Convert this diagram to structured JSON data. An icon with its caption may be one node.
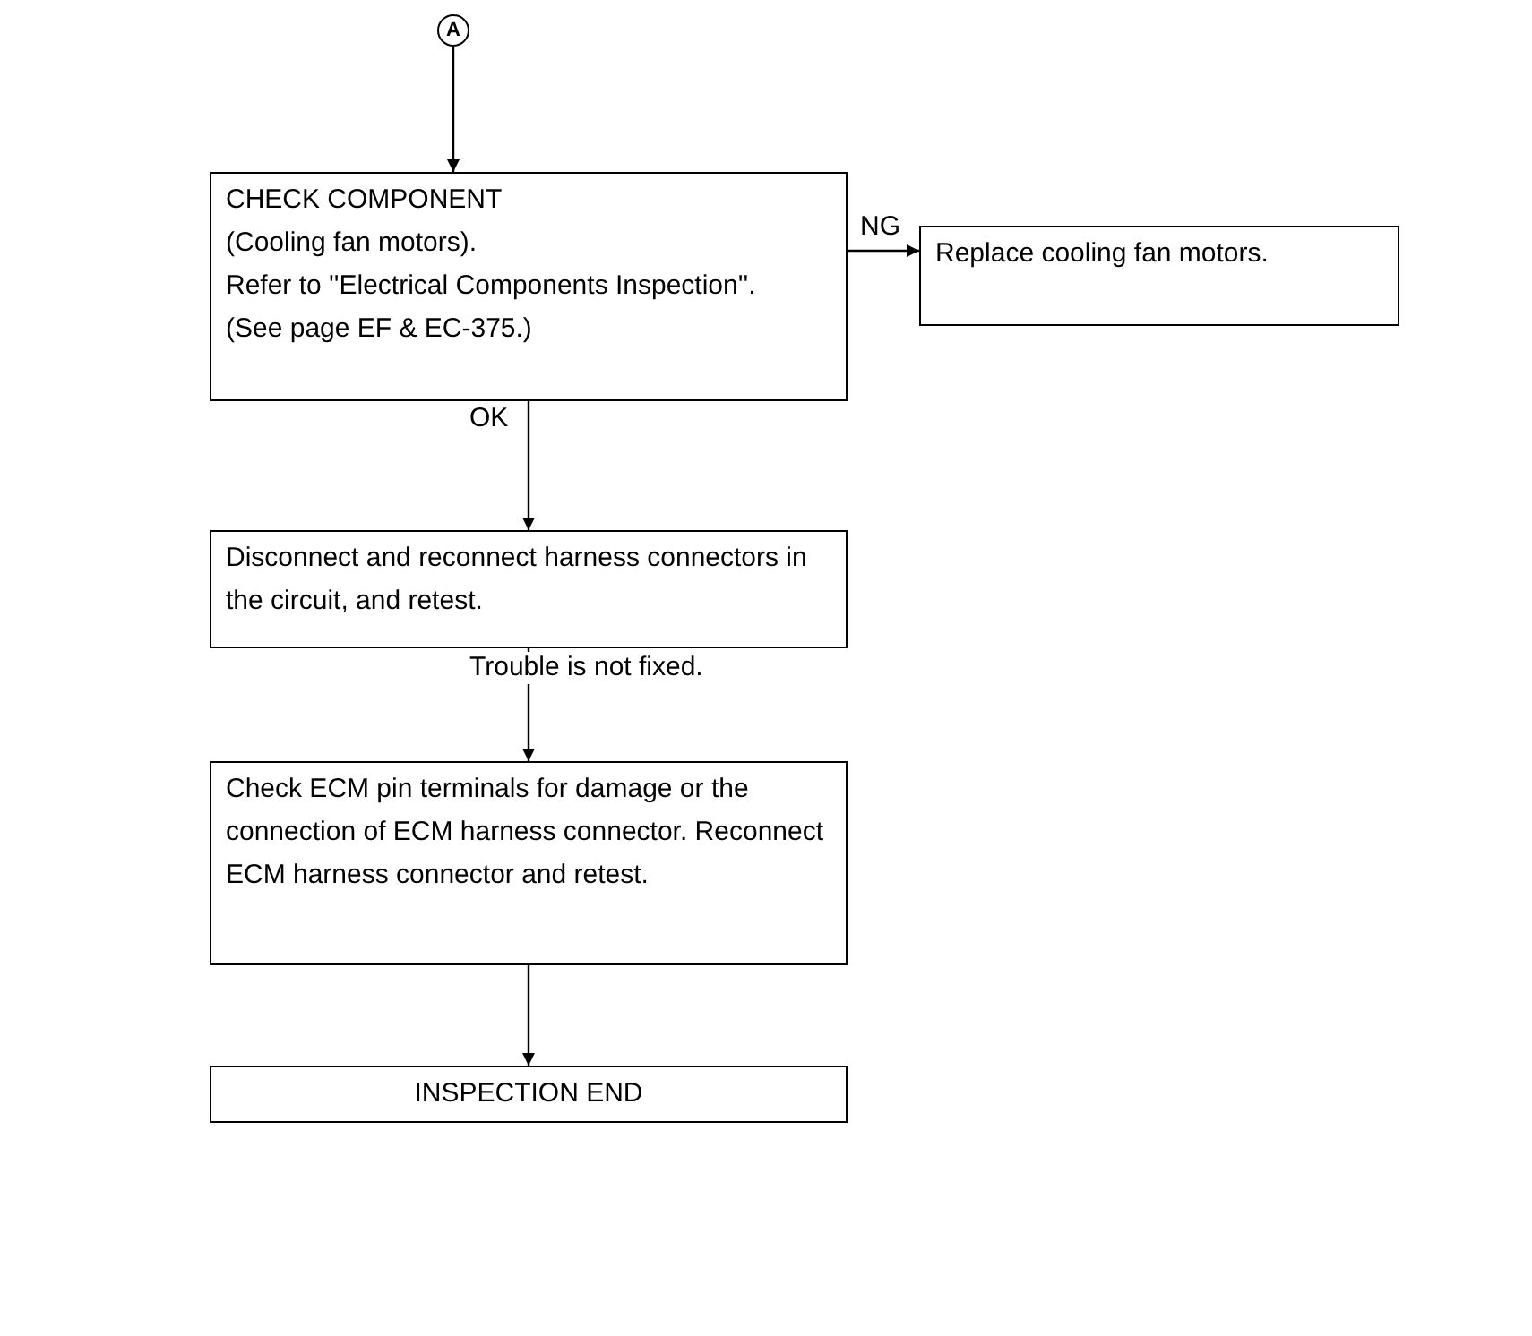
{
  "diagram": {
    "nodes": [
      {
        "text": [
          "A"
        ]
      },
      {
        "text": [
          "CHECK COMPONENT",
          "(Cooling fan motors).",
          "Refer to ''Electrical Components Inspection''.",
          "(See page EF & EC-375.)"
        ]
      },
      {
        "text": [
          "Replace cooling fan motors."
        ]
      },
      {
        "text": [
          "Disconnect and reconnect harness connectors in the circuit, and retest."
        ]
      },
      {
        "text": [
          "Check ECM pin terminals for damage or the connection of ECM harness connector. Reconnect ECM harness connector and retest."
        ]
      },
      {
        "text": [
          "INSPECTION END"
        ]
      }
    ],
    "edges": [
      {
        "from": 0,
        "to": 1,
        "arrow": "to"
      },
      {
        "from": 1,
        "to": 2,
        "arrow": "to",
        "label": "NG"
      },
      {
        "from": 1,
        "to": 3,
        "arrow": "to",
        "label": "OK"
      },
      {
        "from": 3,
        "to": 4,
        "arrow": "to",
        "label": "Trouble is not fixed."
      },
      {
        "from": 4,
        "to": 5,
        "arrow": "to"
      }
    ]
  }
}
